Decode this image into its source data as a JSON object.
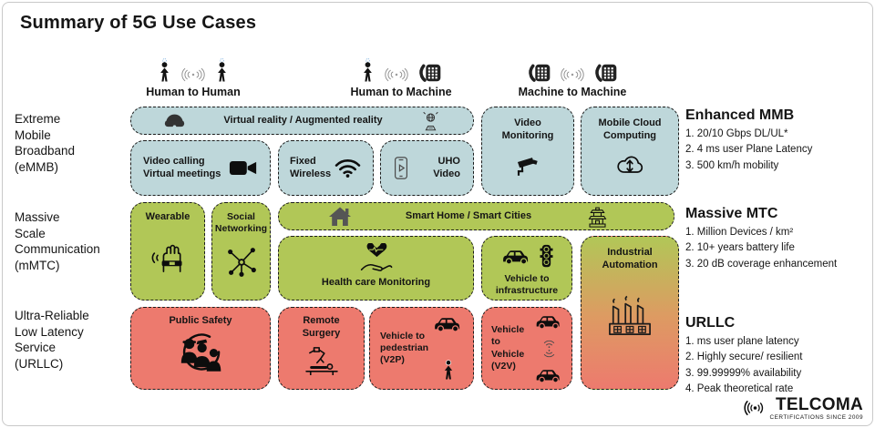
{
  "title": "Summary of 5G Use Cases",
  "headers": [
    {
      "label": "Human to Human",
      "icons": [
        "person-icon",
        "wireless-waves-icon",
        "person-icon"
      ]
    },
    {
      "label": "Human to Machine",
      "icons": [
        "person-icon",
        "wireless-waves-icon",
        "phone-icon"
      ]
    },
    {
      "label": "Machine to Machine",
      "icons": [
        "phone-icon",
        "wireless-waves-icon",
        "phone-icon"
      ]
    }
  ],
  "row_labels": {
    "emmb": "Extreme\nMobile\nBroadband\n(eMMB)",
    "mmtc": "Massive\nScale\nCommunication\n(mMTC)",
    "urllc": "Ultra-Reliable\nLow Latency\nService\n(URLLC)"
  },
  "grid": {
    "emmb": {
      "vr_ar": "Virtual reality / Augmented reality",
      "video_calling": "Video calling\nVirtual meetings",
      "fixed_wireless": "Fixed\nWireless",
      "uho_video": "UHO\nVideo",
      "video_monitoring": "Video\nMonitoring",
      "mobile_cloud": "Mobile Cloud\nComputing"
    },
    "mmtc": {
      "wearable": "Wearable",
      "social_networking": "Social\nNetworking",
      "smart_home": "Smart Home / Smart Cities",
      "healthcare": "Health care Monitoring",
      "vehicle_to_infrastructure": "Vehicle to\ninfrastructure",
      "industrial_automation": "Industrial\nAutomation"
    },
    "urllc": {
      "public_safety": "Public Safety",
      "remote_surgery": "Remote\nSurgery",
      "v2p": "Vehicle to\npedestrian\n(V2P)",
      "v2v": "Vehicle to\nVehicle\n(V2V)"
    }
  },
  "cell_icons": [
    "vr-headset-icon",
    "hologram-icon",
    "video-camera-icon",
    "wifi-icon",
    "smartphone-play-icon",
    "cctv-camera-icon",
    "cloud-sync-icon",
    "wearable-fist-icon",
    "social-network-icon",
    "house-icon",
    "city-building-icon",
    "healthcare-hand-heart-icon",
    "car-icon",
    "traffic-light-icon",
    "factory-icon",
    "first-responders-icon",
    "remote-surgery-icon",
    "pedestrian-icon",
    "v2v-waves-icon"
  ],
  "side_panels": [
    {
      "heading": "Enhanced MMB",
      "items": [
        "1.  20/10 Gbps DL/UL*",
        "2.  4 ms user Plane Latency",
        "3.  500 km/h mobility"
      ]
    },
    {
      "heading": "Massive MTC",
      "items": [
        "1.  Million Devices / km²",
        "2. 10+ years battery life",
        "3. 20 dB coverage enhancement"
      ]
    },
    {
      "heading": "URLLC",
      "items": [
        "1.  ms user plane latency",
        "2. Highly secure/ resilient",
        "3.  99.99999% availability",
        "4. Peak theoretical rate"
      ]
    }
  ],
  "logo": {
    "name": "TELCOMA",
    "tagline": "CERTIFICATIONS SINCE 2009",
    "icon": "signal-waves-icon"
  },
  "colors": {
    "emmb_blue": "#bed7da",
    "mmtc_green": "#b1c757",
    "urllc_red": "#ed7a6e",
    "gradient_top": "#b1c757",
    "gradient_bottom": "#ed7a6e",
    "border_dash": "#1c1c1c"
  }
}
